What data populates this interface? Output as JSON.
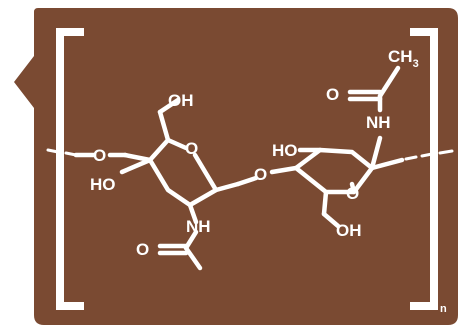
{
  "colors": {
    "background": "#7a4a32",
    "foreground": "#ffffff"
  },
  "molecule": {
    "atoms": {
      "ring1_oh_top": "OH",
      "ring1_o_ring": "O",
      "ring1_ho_left": "HO",
      "ring1_nh": "NH",
      "ring1_o_acetyl": "O",
      "bridge_o": "O",
      "ring2_ho": "HO",
      "ring2_o_ring": "O",
      "ring2_oh_bottom": "OH",
      "ring2_nh": "NH",
      "ring2_o_acetyl": "O",
      "ring2_ch3": "CH",
      "ring2_ch3_sub": "3"
    },
    "repeat_subscript": "n"
  }
}
